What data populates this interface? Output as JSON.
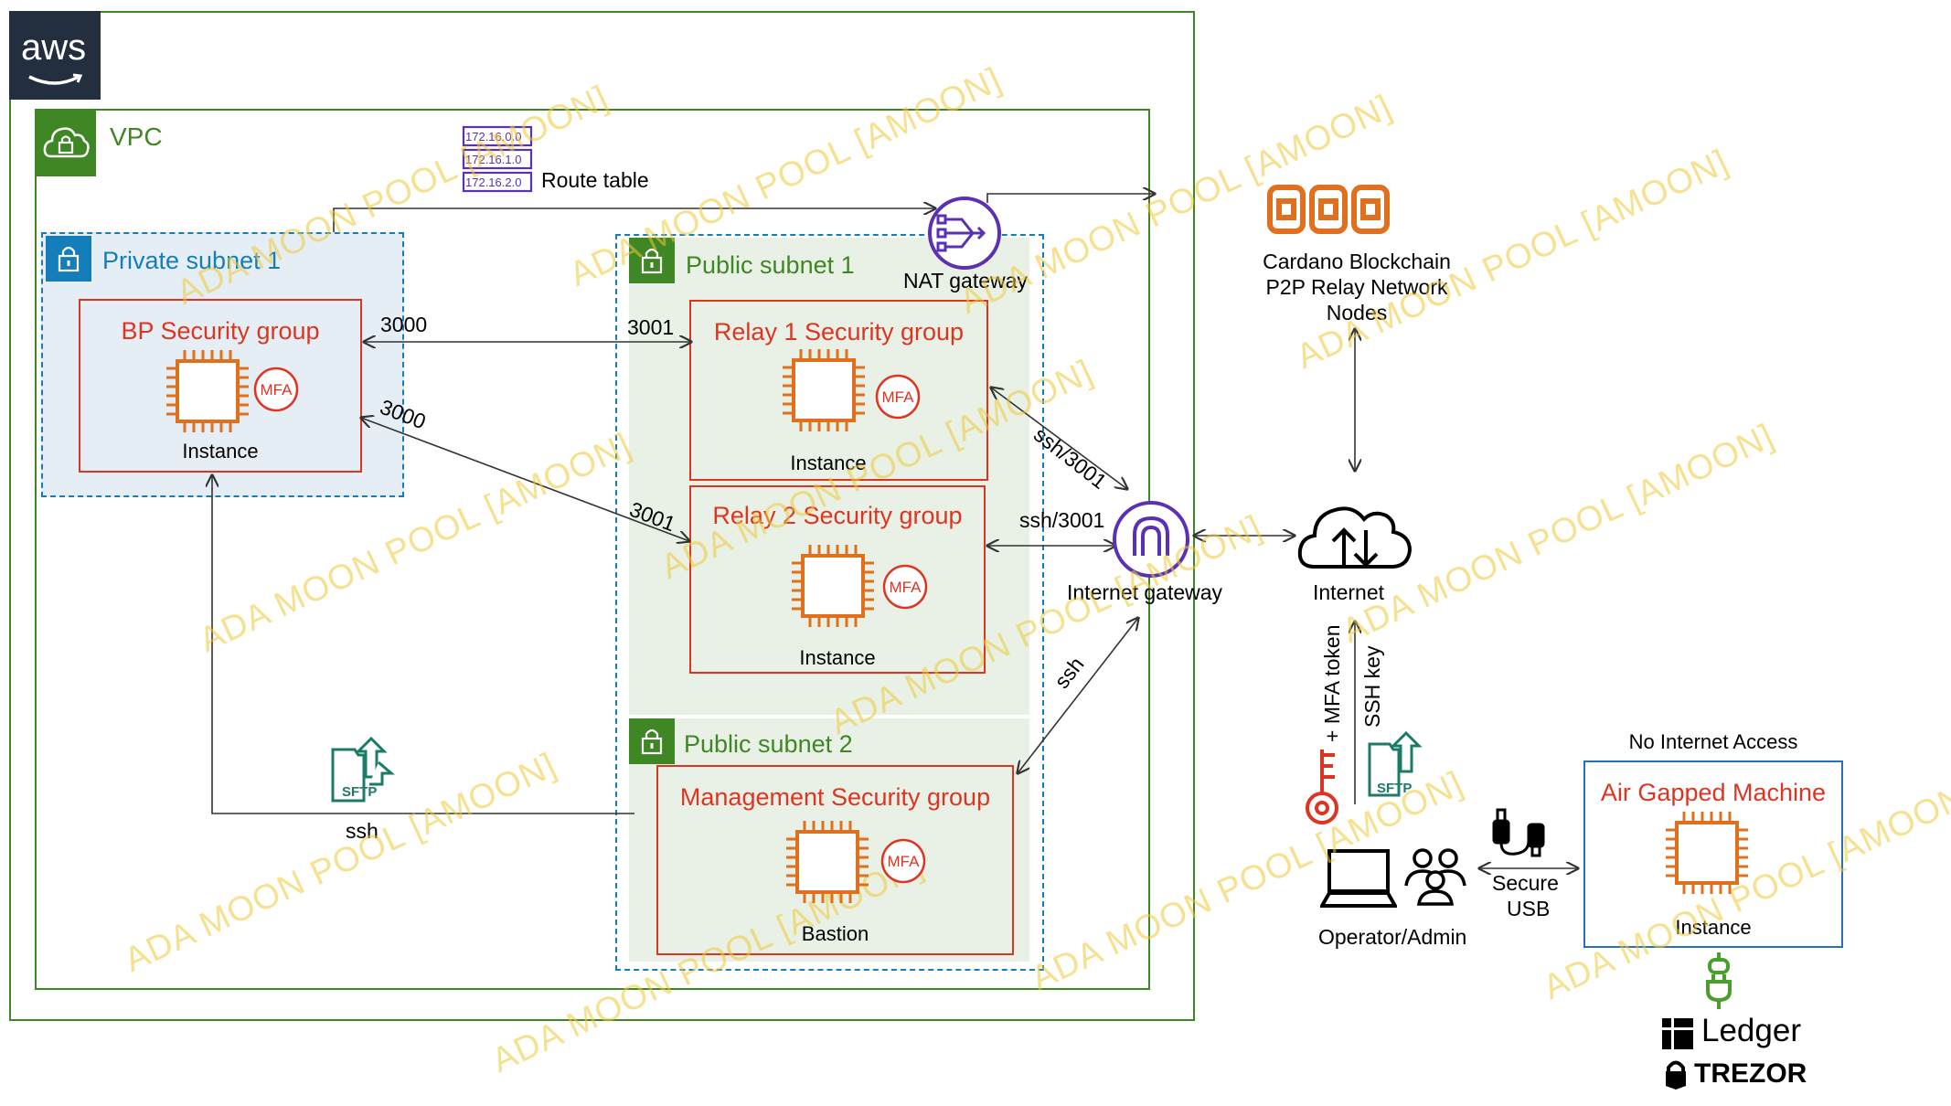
{
  "colors": {
    "aws_green": "#3f8624",
    "private_blue": "#147eba",
    "subnet_fill": "#e9f1e6",
    "private_fill": "#e6eef5",
    "red": "#dd3522",
    "ec2_orange": "#e0701d",
    "purple": "#5a30b5",
    "sftp_green": "#1b7b67",
    "watermark": "#f0cd5a"
  },
  "aws_logo": "aws",
  "vpc": {
    "label": "VPC"
  },
  "route_table": {
    "label": "Route table",
    "entries": [
      "172.16.0.0",
      "172.16.1.0",
      "172.16.2.0"
    ]
  },
  "private_subnet": {
    "label": "Private subnet 1"
  },
  "public_subnet_1": {
    "label": "Public subnet 1"
  },
  "public_subnet_2": {
    "label": "Public subnet 2"
  },
  "groups": {
    "bp": {
      "title": "BP Security group",
      "caption": "Instance",
      "badge": "MFA"
    },
    "relay1": {
      "title": "Relay 1 Security group",
      "caption": "Instance",
      "badge": "MFA"
    },
    "relay2": {
      "title": "Relay 2 Security group",
      "caption": "Instance",
      "badge": "MFA"
    },
    "mgmt": {
      "title": "Management Security group",
      "caption": "Bastion",
      "badge": "MFA"
    }
  },
  "gateways": {
    "nat": "NAT gateway",
    "internet": "Internet gateway"
  },
  "cardano": {
    "line1": "Cardano Blockchain",
    "line2": "P2P Relay Network",
    "line3": "Nodes"
  },
  "internet_label": "Internet",
  "edge_labels": {
    "port_3000_a": "3000",
    "port_3001_a": "3001",
    "port_3000_b": "3000",
    "port_3001_b": "3001",
    "ssh_3001_a": "ssh/3001",
    "ssh_3001_b": "ssh/3001",
    "ssh_a": "ssh",
    "ssh_b": "ssh",
    "mfa_token": "+ MFA token",
    "ssh_key": "SSH key"
  },
  "sftp_label": "SFTP",
  "operator_label": "Operator/Admin",
  "secure_usb": {
    "line1": "Secure",
    "line2": "USB"
  },
  "air_gap": {
    "header": "No Internet Access",
    "title": "Air Gapped Machine",
    "caption": "Instance"
  },
  "hardware_wallets": {
    "ledger": "Ledger",
    "trezor": "TREZOR"
  },
  "watermark": "ADA MOON POOL [AMOON]"
}
